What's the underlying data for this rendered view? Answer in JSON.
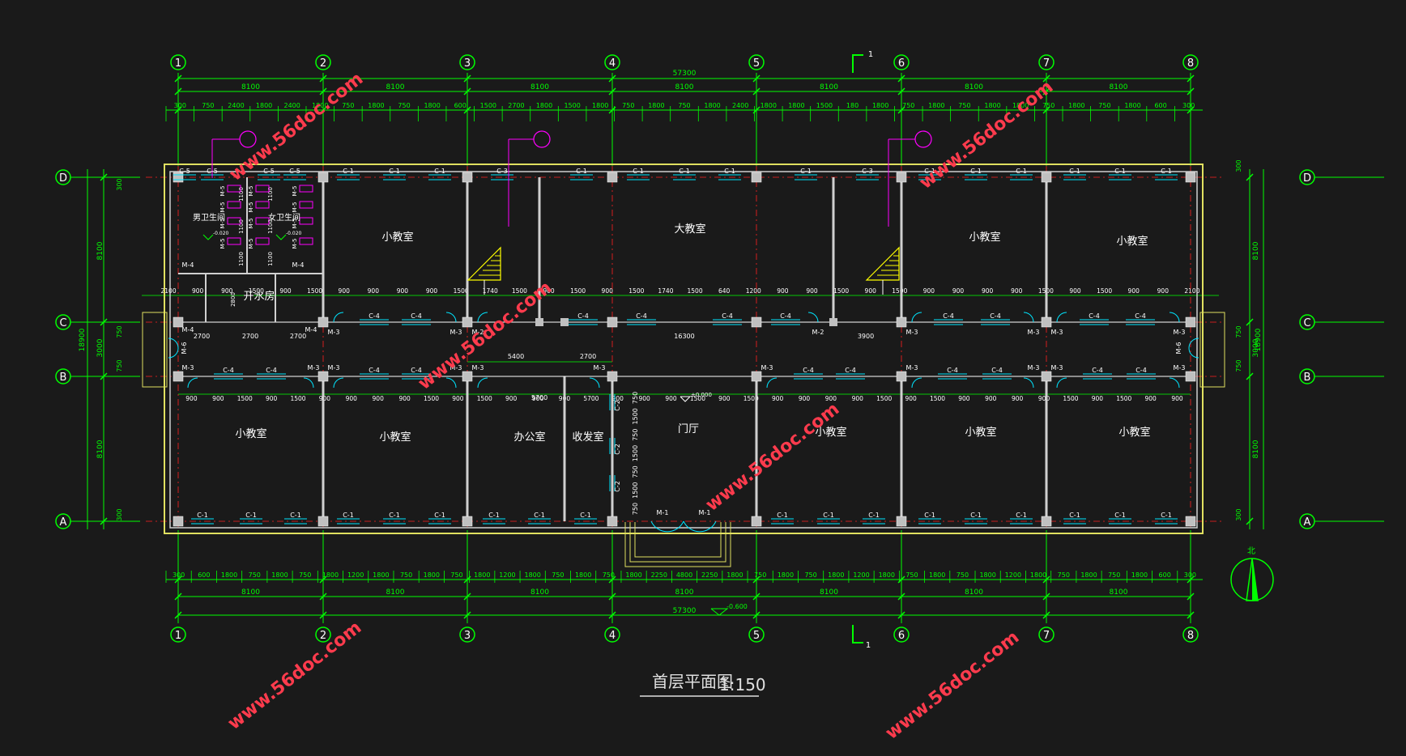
{
  "drawing": {
    "title": "首层平面图",
    "scale": "1:150",
    "north_label": "北",
    "section_mark": "1",
    "elev_ground": "-0.600",
    "elev_floor": "±0.000",
    "elev_wc": "-0.020"
  },
  "axes": {
    "vertical": [
      "1",
      "2",
      "3",
      "4",
      "5",
      "6",
      "7",
      "8"
    ],
    "horizontal": [
      "D",
      "C",
      "B",
      "A"
    ]
  },
  "dims": {
    "total_h": "57300",
    "total_v": "18900",
    "bay": "8100",
    "top_bays": [
      "8100",
      "8100",
      "8100",
      "8100",
      "8100",
      "8100",
      "8100"
    ],
    "bottom_bays": [
      "8100",
      "8100",
      "8100",
      "8100",
      "8100",
      "8100",
      "8100"
    ],
    "top_detail": [
      "300",
      "750",
      "2400",
      "1800",
      "2400",
      "1800",
      "750",
      "1800",
      "750",
      "1800",
      "600",
      "1500",
      "2700",
      "1800",
      "1500",
      "1800",
      "750",
      "1800",
      "750",
      "1800",
      "2400",
      "1800",
      "1800",
      "1500",
      "180",
      "1800",
      "750",
      "1800",
      "750",
      "1800",
      "1800",
      "750",
      "1800",
      "750",
      "1800",
      "600",
      "300"
    ],
    "bottom_detail": [
      "300",
      "600",
      "1800",
      "750",
      "1800",
      "750",
      "1800",
      "1200",
      "1800",
      "750",
      "1800",
      "750",
      "1800",
      "1200",
      "1800",
      "750",
      "1800",
      "750",
      "1800",
      "2250",
      "4800",
      "2250",
      "1800",
      "750",
      "1800",
      "750",
      "1800",
      "1200",
      "1800",
      "750",
      "1800",
      "750",
      "1800",
      "1200",
      "1800",
      "750",
      "1800",
      "750",
      "1800",
      "600",
      "300"
    ],
    "left_side": [
      "300",
      "8100",
      "750",
      "3000",
      "750",
      "8100",
      "300"
    ],
    "corridor": [
      "2700",
      "2700",
      "2700",
      "5400",
      "2700",
      "16300",
      "3900",
      "5700"
    ],
    "inner_row1": [
      "2100",
      "900",
      "900",
      "1500",
      "900",
      "1500",
      "900",
      "900",
      "900",
      "900",
      "1500",
      "1740",
      "1500",
      "900",
      "1500",
      "900",
      "1500",
      "1740",
      "1500",
      "640",
      "1200",
      "900",
      "900",
      "1500",
      "900",
      "1500",
      "900",
      "900",
      "900",
      "900",
      "1500",
      "900",
      "1500",
      "900",
      "900",
      "2100"
    ],
    "inner_row2": [
      "900",
      "900",
      "1500",
      "900",
      "1500",
      "900",
      "900",
      "900",
      "900",
      "1500",
      "900",
      "1500",
      "900",
      "900",
      "900",
      "5700",
      "900",
      "900",
      "900",
      "1500",
      "900",
      "1500",
      "900",
      "900",
      "900",
      "900",
      "1500",
      "900",
      "1500",
      "900",
      "900",
      "900",
      "900",
      "1500",
      "900",
      "1500",
      "900",
      "900"
    ],
    "hall_side": [
      "750",
      "1500",
      "750",
      "1500",
      "750",
      "1500",
      "750"
    ],
    "wc_dims": [
      "1100",
      "1100",
      "1100",
      "1100",
      "1100",
      "1100",
      "2800"
    ]
  },
  "rooms": {
    "toilet_m": "男卫生间",
    "toilet_f": "女卫生间",
    "water": "开水房",
    "class_small": "小教室",
    "class_big": "大教室",
    "office": "办公室",
    "mail": "收发室",
    "hall": "门厅"
  },
  "tags": {
    "c1": "C-1",
    "c2": "C-2",
    "c3": "C-3",
    "c4": "C-4",
    "c5": "C-5",
    "m1": "M-1",
    "m2": "M-2",
    "m3": "M-3",
    "m4": "M-4",
    "m5": "M-5",
    "m6": "M-6"
  },
  "watermark": "www.56doc.com",
  "colors": {
    "dim": "#00ff00",
    "wall": "#d0d0d0",
    "column": "#c0c0c0",
    "window": "#00e5ff",
    "door": "#00e5ff",
    "axis": "#ff2020",
    "stair": "#ffff00",
    "outer": "#e0e060",
    "magenta": "#ff00ff",
    "watermark": "#ff3b4d"
  }
}
